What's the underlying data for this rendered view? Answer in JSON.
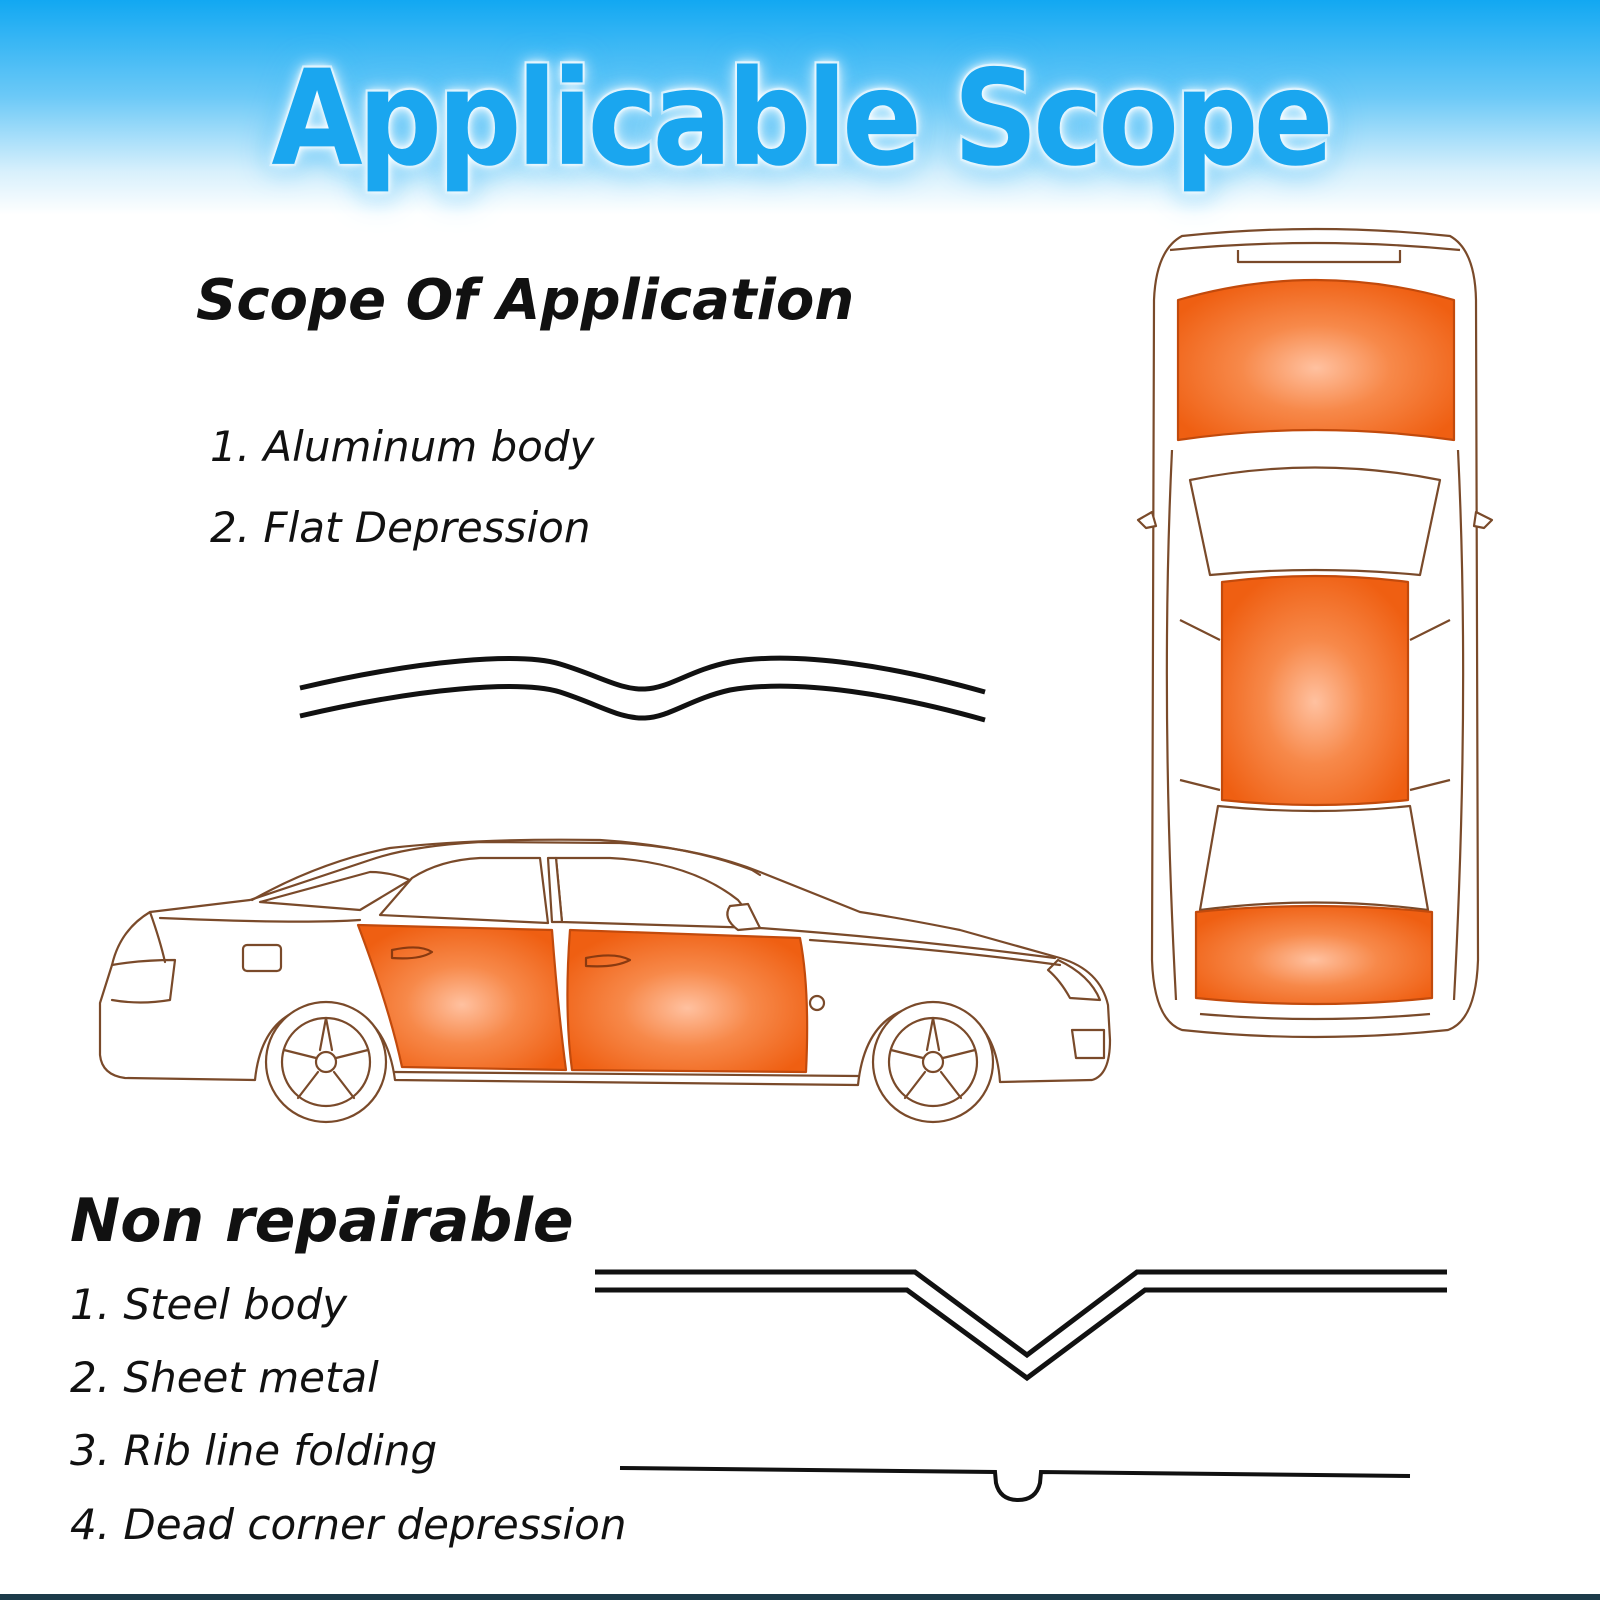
{
  "banner": {
    "title": "Applicable Scope",
    "color_top": "#12a8f2",
    "title_color": "#1aa6ef"
  },
  "scope": {
    "heading": "Scope Of Application",
    "items": [
      "1.  Aluminum body",
      "2. Flat Depression"
    ]
  },
  "non_repairable": {
    "heading": "Non repairable",
    "items": [
      "1.  Steel body",
      "2. Sheet metal",
      "3. Rib line folding",
      "4. Dead corner depression"
    ]
  },
  "illustrations": {
    "repair_zone_color": "#f26a1e",
    "outline_color": "#7a4a2a",
    "side_view": "car-side-view-icon",
    "top_view": "car-top-view-icon"
  }
}
